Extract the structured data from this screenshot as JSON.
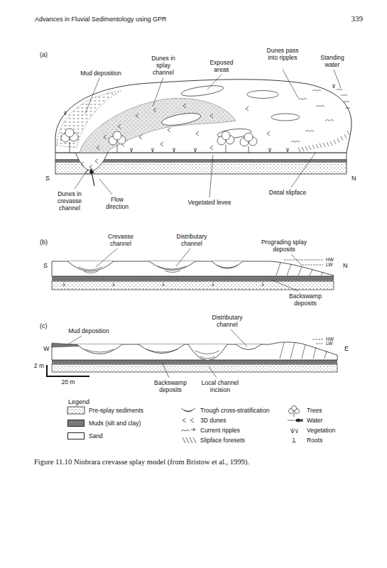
{
  "diagram": {
    "caption": "Figure 11.10 Niobrara crevasse splay model (from Bristow et al., 1999).",
    "labels": [
      "Advances in Fluvial Sedimentology using GPR",
      "339",
      "(a)",
      "Mud deposition",
      "Dunes in splay channel",
      "Exposed areas",
      "Dunes pass into ripples",
      "Standing water",
      "S",
      "N",
      "Dunes in crevasse channel",
      "Flow direction",
      "Vegetated levee",
      "Distal slipface",
      "(b)",
      "Crevasse channel",
      "Distributary channel",
      "Prograding splay deposits",
      "S",
      "HW",
      "LW",
      "N",
      "Backswamp deposits",
      "(c)",
      "Mud deposition",
      "Distributary channel",
      "W",
      "HW",
      "LW",
      "E",
      "2 m",
      "20 m",
      "Backswamp deposits",
      "Local channel incision",
      "Legend"
    ],
    "legend": [
      {
        "text": "Pre-splay sediments"
      },
      {
        "text": "Muds (silt and clay)",
        "color": "#7a7a7a"
      },
      {
        "text": "Sand",
        "color": "#ffffff"
      },
      {
        "text": "Trough cross-stratification"
      },
      {
        "text": "3D dunes"
      },
      {
        "text": "Current ripples"
      },
      {
        "text": "Slipface foresets"
      },
      {
        "text": "Trees"
      },
      {
        "text": "Water"
      },
      {
        "text": "Vegetation"
      },
      {
        "text": "Roots"
      }
    ]
  }
}
